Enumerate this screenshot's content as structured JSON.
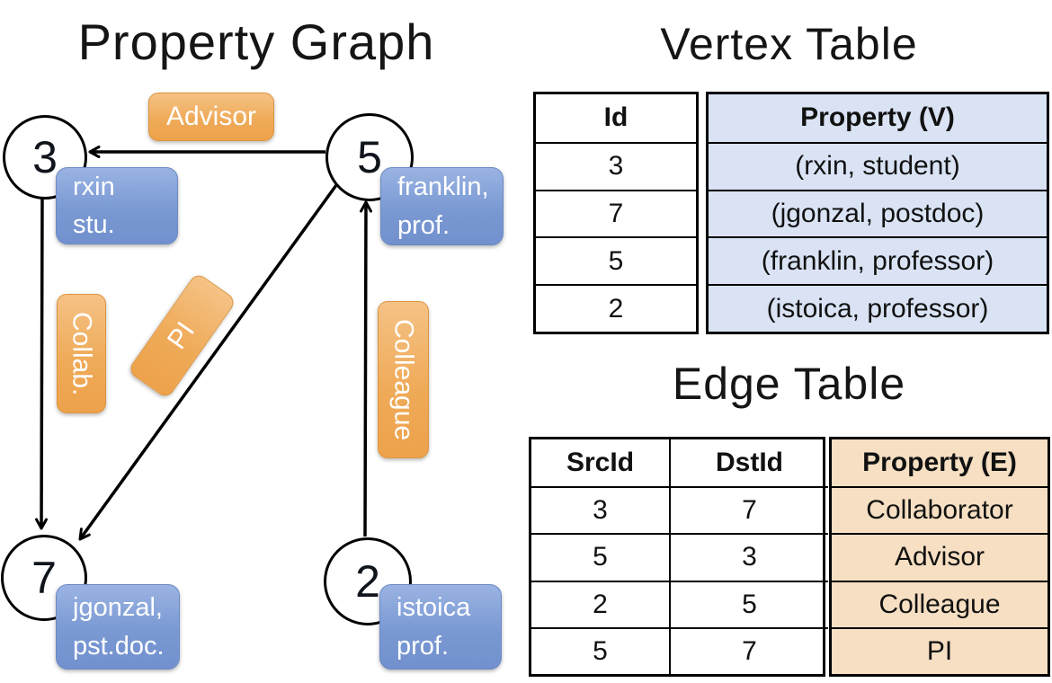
{
  "titles": {
    "graph": "Property Graph",
    "vertex_table": "Vertex Table",
    "edge_table": "Edge Table"
  },
  "graph": {
    "vertices": [
      {
        "id": "3",
        "line1": "rxin",
        "line2": "stu."
      },
      {
        "id": "5",
        "line1": "franklin,",
        "line2": "prof."
      },
      {
        "id": "7",
        "line1": "jgonzal,",
        "line2": "pst.doc."
      },
      {
        "id": "2",
        "line1": "istoica",
        "line2": "prof."
      }
    ],
    "edge_labels": {
      "advisor": "Advisor",
      "collab": "Collab.",
      "pi": "PI",
      "colleague": "Colleague"
    }
  },
  "vertex_table": {
    "headers": {
      "id": "Id",
      "property": "Property (V)"
    },
    "rows": [
      {
        "id": "3",
        "property": "(rxin, student)"
      },
      {
        "id": "7",
        "property": "(jgonzal, postdoc)"
      },
      {
        "id": "5",
        "property": "(franklin, professor)"
      },
      {
        "id": "2",
        "property": "(istoica, professor)"
      }
    ]
  },
  "edge_table": {
    "headers": {
      "src": "SrcId",
      "dst": "DstId",
      "property": "Property (E)"
    },
    "rows": [
      {
        "src": "3",
        "dst": "7",
        "property": "Collaborator"
      },
      {
        "src": "5",
        "dst": "3",
        "property": "Advisor"
      },
      {
        "src": "2",
        "dst": "5",
        "property": "Colleague"
      },
      {
        "src": "5",
        "dst": "7",
        "property": "PI"
      }
    ]
  },
  "colors": {
    "edge_label_orange": "#efa74f",
    "vertex_callout_blue": "#7b9ad4",
    "vertex_table_fill": "#d9e3f4",
    "edge_table_fill": "#f6dfc2",
    "line_black": "#000000"
  }
}
